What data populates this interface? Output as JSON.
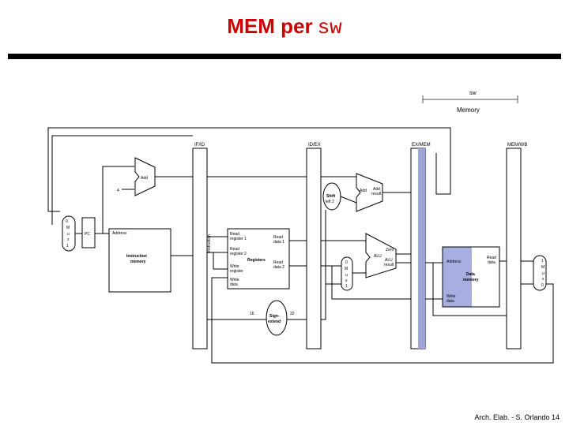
{
  "slide": {
    "title_bold": "MEM per",
    "title_mono": "sw",
    "footer": "Arch. Elab. - S. Orlando 14"
  },
  "stage_legend": {
    "instr": "sw",
    "stage": "Memory"
  },
  "pipeline_registers": [
    "IF/ID",
    "ID/EX",
    "EX/MEM",
    "MEM/WB"
  ],
  "components": {
    "pc": "PC",
    "add": "Add",
    "four": "4",
    "mux_letters": [
      "M",
      "u",
      "x"
    ],
    "mux0": "0",
    "mux1": "1",
    "im_address": "Address",
    "im_label": [
      "Instruction",
      "memory"
    ],
    "instruction_vertical": "Instruction",
    "reg_read1": [
      "Read",
      "register 1"
    ],
    "reg_read2": [
      "Read",
      "register 2"
    ],
    "reg_write_reg": [
      "Write",
      "register"
    ],
    "reg_write_data": [
      "Write",
      "data"
    ],
    "registers": "Registers",
    "read_data1": [
      "Read",
      "data 1"
    ],
    "read_data2": [
      "Read",
      "data 2"
    ],
    "shift": [
      "Shift",
      "left 2"
    ],
    "add_result": [
      "Add",
      "result"
    ],
    "alu": "ALU",
    "zero": "Zero",
    "alu_result": [
      "ALU",
      "result"
    ],
    "dm_address": "Address",
    "dm_read": [
      "Read",
      "data"
    ],
    "dm_label": [
      "Data",
      "memory"
    ],
    "dm_write": [
      "Write",
      "data"
    ],
    "sign_extend": [
      "Sign-",
      "extend"
    ],
    "sixteen": "16",
    "thirtytwo": "32"
  },
  "colors": {
    "title": "#cc0000",
    "active_register": "#9fa3d6",
    "active_memory": "#a8aee0",
    "legend_text": "#6b6ba8"
  }
}
